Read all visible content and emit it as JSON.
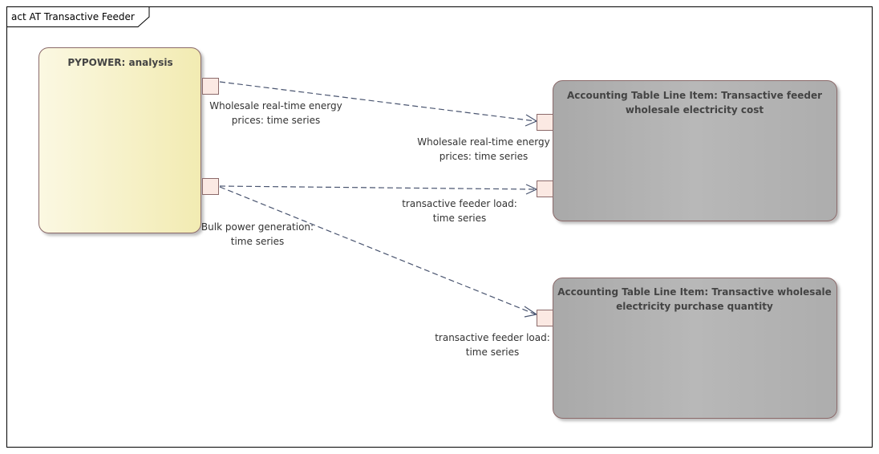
{
  "frame": {
    "title": "act AT Transactive Feeder"
  },
  "nodes": {
    "pypower": {
      "title": "PYPOWER: analysis",
      "fill_start": "#fbf7dc",
      "fill_end": "#f3ecb4"
    },
    "cost": {
      "title_line1": "Accounting Table Line Item: Transactive feeder",
      "title_line2": "wholesale electricity cost"
    },
    "quantity": {
      "title_line1": "Accounting Table Line Item: Transactive wholesale",
      "title_line2": "electricity purchase quantity"
    }
  },
  "pins": {
    "prices_out": {
      "line1": "Wholesale real-time energy",
      "line2": "prices: time series"
    },
    "prices_in": {
      "line1": "Wholesale real-time energy",
      "line2": "prices: time series"
    },
    "generation_out": {
      "line1": "Bulk power generation:",
      "line2": "time series"
    },
    "load_in_cost": {
      "line1": "transactive feeder load:",
      "line2": "time series"
    },
    "load_in_quantity": {
      "line1": "transactive feeder load:",
      "line2": "time series"
    }
  },
  "colors": {
    "frame_border": "#000000",
    "node_border": "#8b6a6a",
    "gray_fill": "#b3b3b3",
    "pin_fill": "#fbe9e3",
    "edge": "#4a5570"
  }
}
